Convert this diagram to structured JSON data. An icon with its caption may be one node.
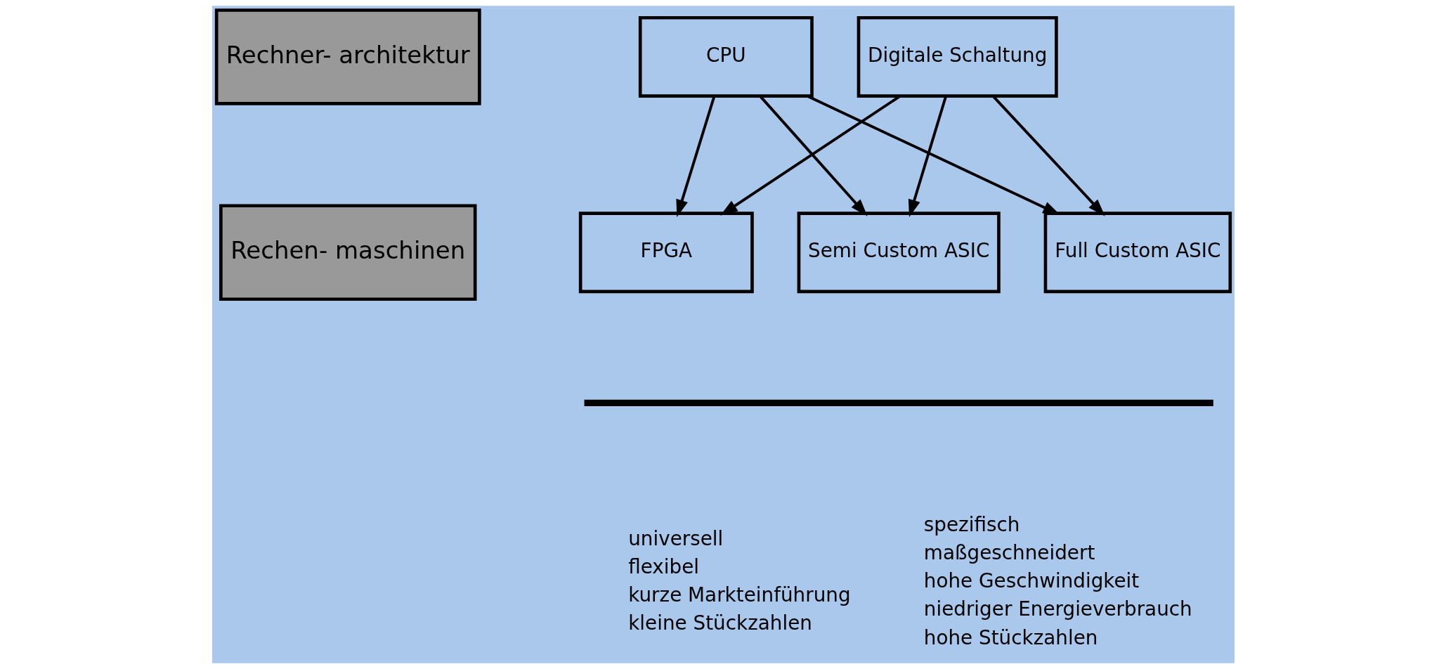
{
  "diagram": {
    "nodes": [
      {
        "text": [
          "Rechner- architektur"
        ]
      },
      {
        "text": [
          "Rechen- maschinen"
        ]
      },
      {
        "text": [
          "CPU"
        ]
      },
      {
        "text": [
          "Digitale Schaltung"
        ]
      },
      {
        "text": [
          "FPGA"
        ]
      },
      {
        "text": [
          "Semi Custom ASIC"
        ]
      },
      {
        "text": [
          "Full Custom ASIC"
        ]
      }
    ],
    "edges": [
      {
        "from": 2,
        "to": 4,
        "arrow": "to"
      },
      {
        "from": 2,
        "to": 5,
        "arrow": "to"
      },
      {
        "from": 2,
        "to": 6,
        "arrow": "to"
      },
      {
        "from": 3,
        "to": 4,
        "arrow": "to"
      },
      {
        "from": 3,
        "to": 5,
        "arrow": "to"
      },
      {
        "from": 3,
        "to": 6,
        "arrow": "to"
      }
    ],
    "labels": [
      "universell",
      "flexibel",
      "kurze Markteinführung",
      "kleine Stückzahlen",
      "spezifisch",
      "maßgeschneidert",
      "hohe Geschwindigkeit",
      "niedriger Energieverbrauch",
      "hohe Stückzahlen"
    ]
  }
}
